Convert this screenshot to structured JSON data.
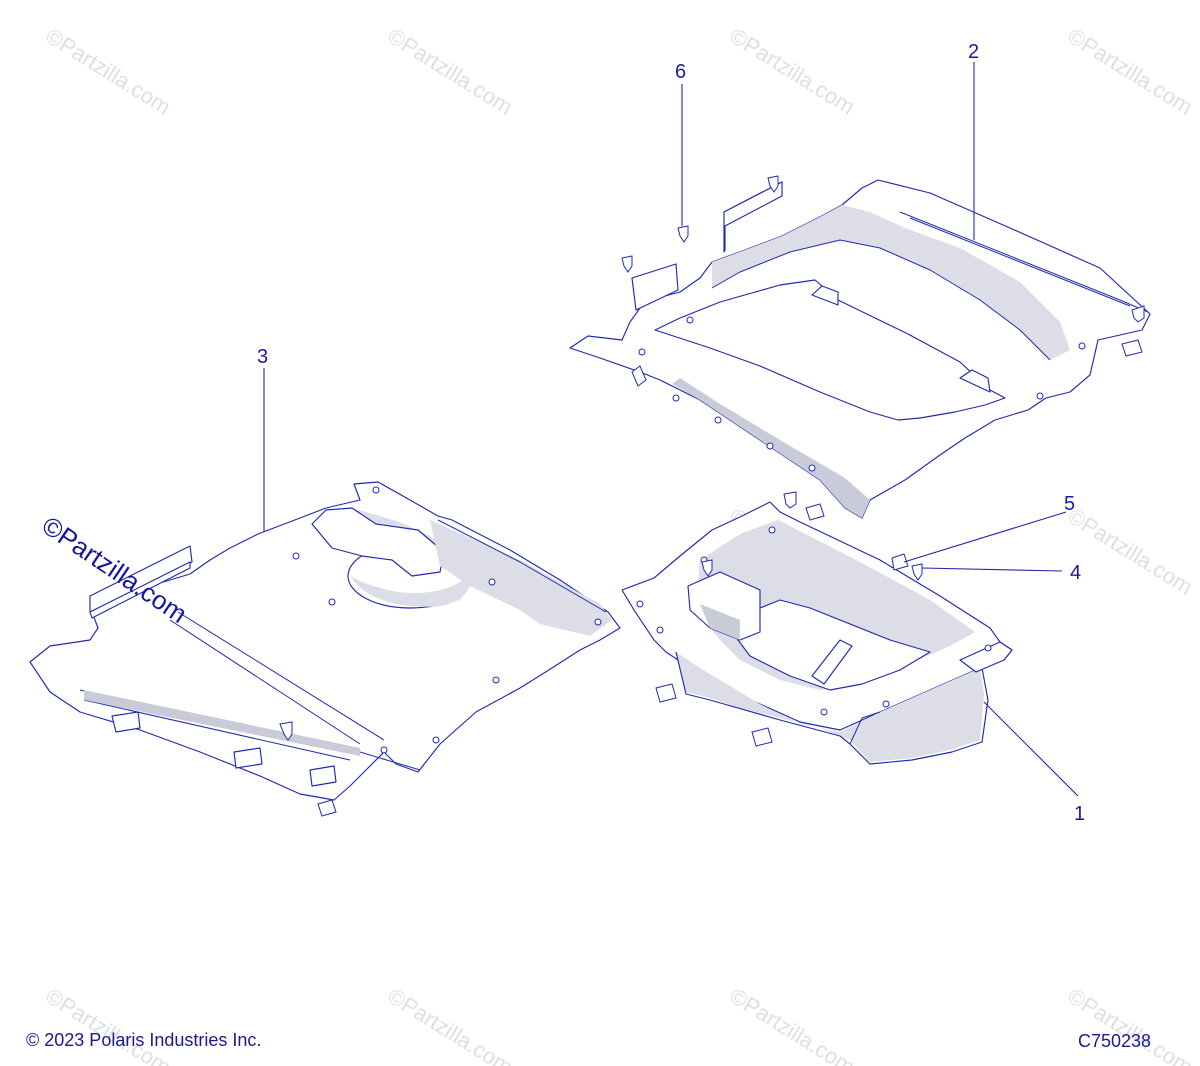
{
  "diagram": {
    "callouts": [
      "1",
      "2",
      "3",
      "4",
      "5",
      "6"
    ],
    "watermark_text": "©Partzilla.com",
    "copyright": "© 2023 Polaris Industries Inc.",
    "drawing_id": "C750238",
    "colors": {
      "line": "#1f2bb0",
      "callout": "#1a1aa0",
      "shade": "#dcdde6",
      "watermark": "#c4c6cc"
    }
  }
}
